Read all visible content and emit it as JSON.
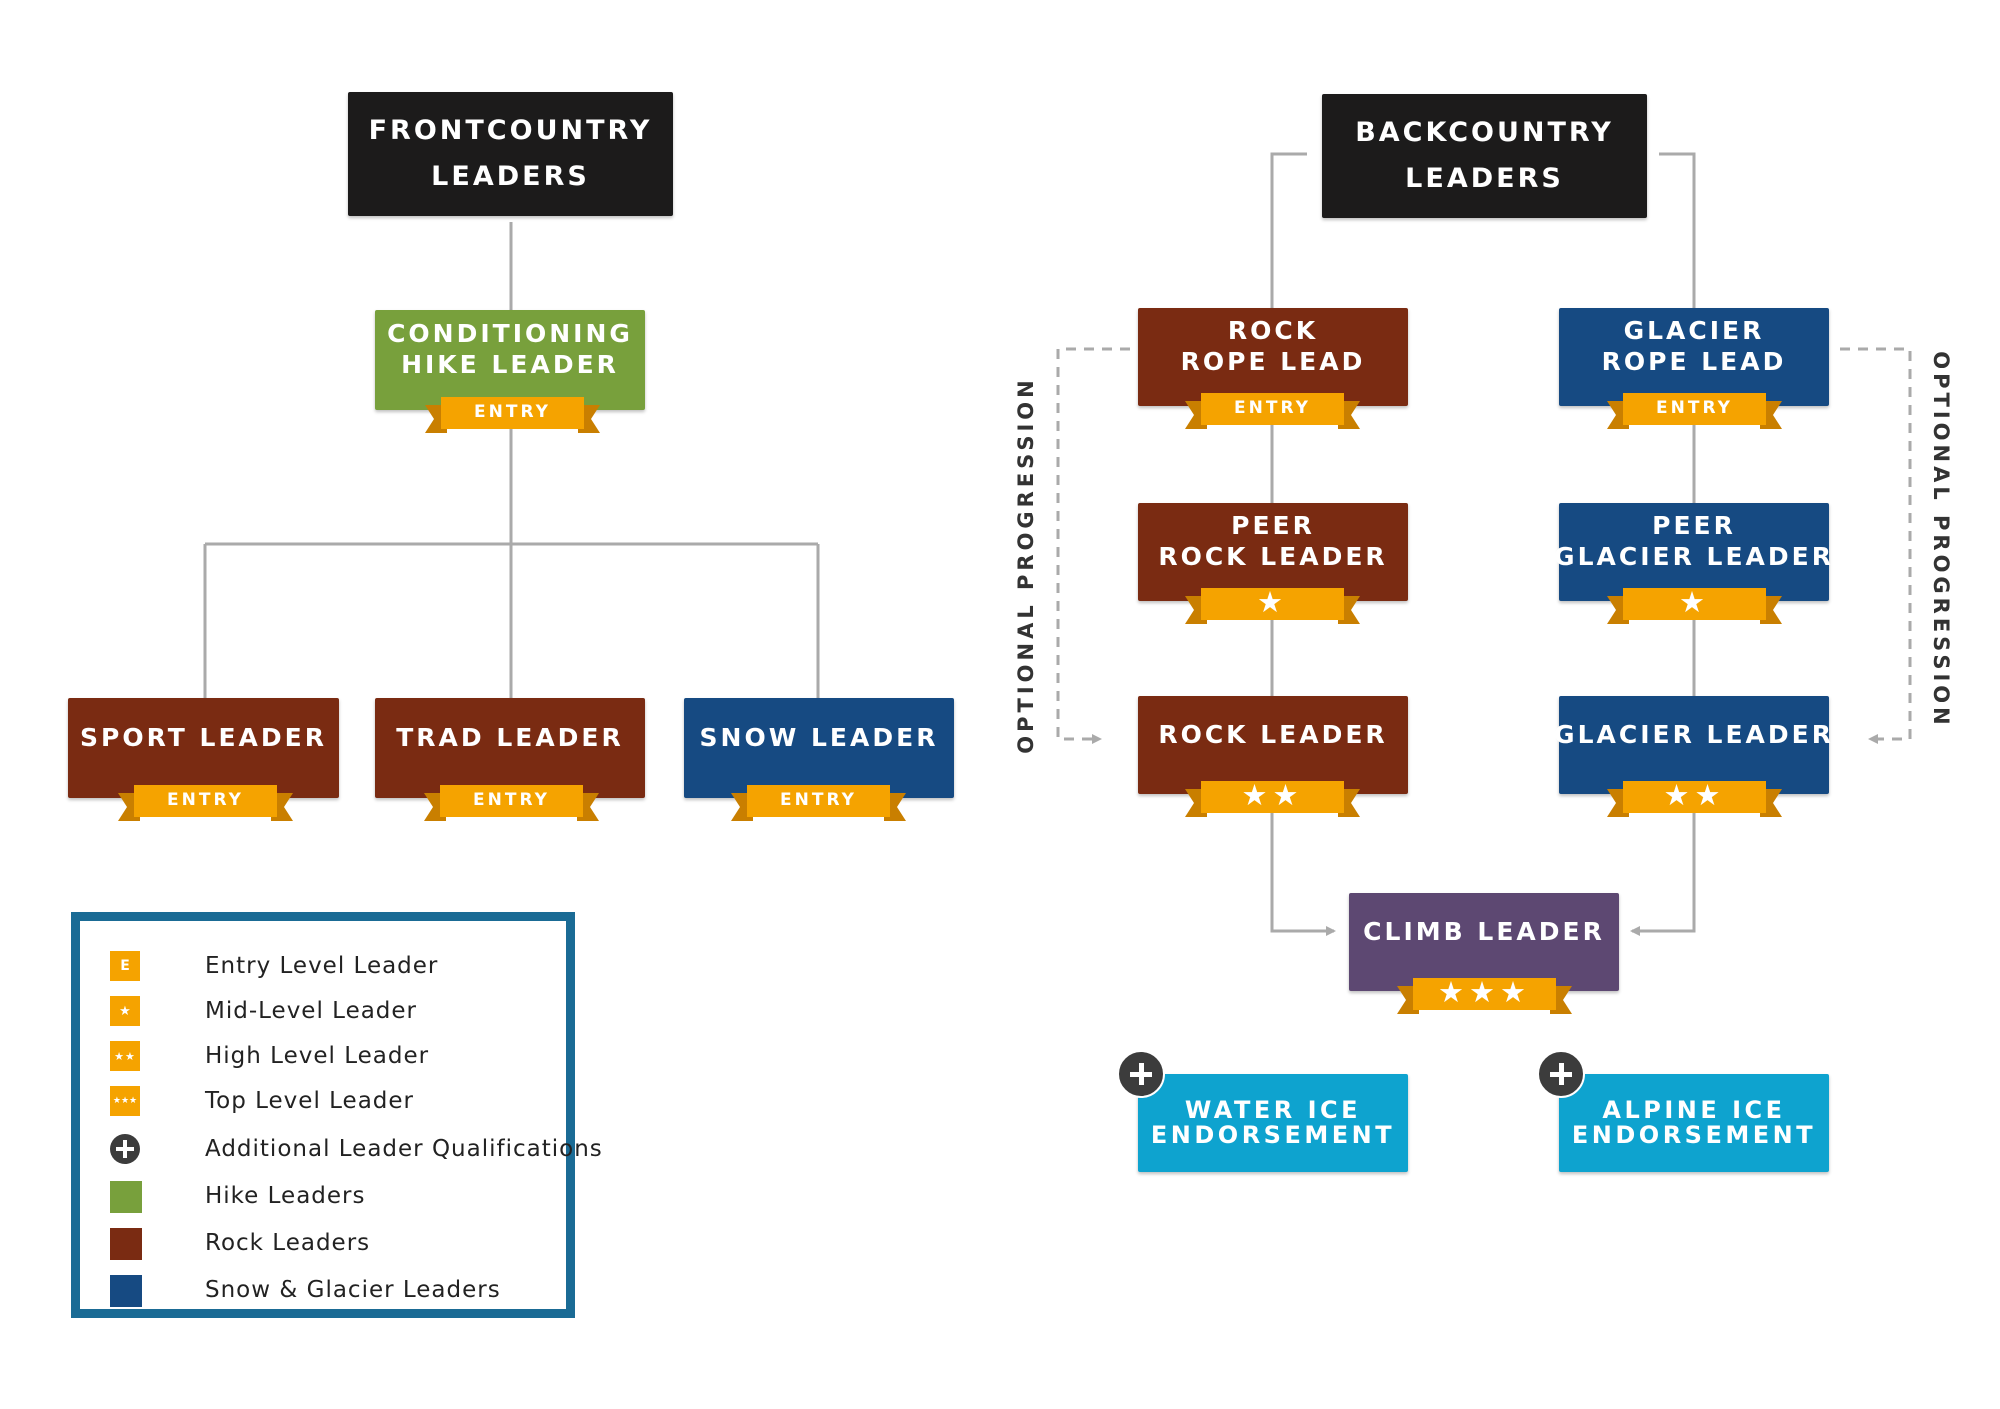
{
  "colors": {
    "header": "#1c1b1b",
    "hike": "#78a03c",
    "rock": "#7a2b12",
    "snow_glacier": "#164a82",
    "climb": "#5d4872",
    "endorsement": "#0ea3cf",
    "ribbon": "#f5a300",
    "ribbon_dark": "#c97f00",
    "connector": "#aaaaaa",
    "legend_border": "#1a6b95"
  },
  "headers": {
    "frontcountry": [
      "FRONTCOUNTRY",
      "LEADERS"
    ],
    "backcountry": [
      "BACKCOUNTRY",
      "LEADERS"
    ]
  },
  "nodes": {
    "conditioning_hike": {
      "lines": [
        "CONDITIONING",
        "HIKE LEADER"
      ],
      "badge": "ENTRY"
    },
    "sport": {
      "lines": [
        "SPORT LEADER"
      ],
      "badge": "ENTRY"
    },
    "trad": {
      "lines": [
        "TRAD LEADER"
      ],
      "badge": "ENTRY"
    },
    "snow": {
      "lines": [
        "SNOW LEADER"
      ],
      "badge": "ENTRY"
    },
    "rock_rope_lead": {
      "lines": [
        "ROCK",
        "ROPE LEAD"
      ],
      "badge": "ENTRY"
    },
    "peer_rock": {
      "lines": [
        "PEER",
        "ROCK LEADER"
      ],
      "stars": "★"
    },
    "rock_leader": {
      "lines": [
        "ROCK LEADER"
      ],
      "stars": "★★"
    },
    "glacier_rope_lead": {
      "lines": [
        "GLACIER",
        "ROPE LEAD"
      ],
      "badge": "ENTRY"
    },
    "peer_glacier": {
      "lines": [
        "PEER",
        "GLACIER LEADER"
      ],
      "stars": "★"
    },
    "glacier_leader": {
      "lines": [
        "GLACIER LEADER"
      ],
      "stars": "★★"
    },
    "climb_leader": {
      "lines": [
        "CLIMB LEADER"
      ],
      "stars": "★★★"
    },
    "water_ice": {
      "lines": [
        "WATER ICE",
        "ENDORSEMENT"
      ]
    },
    "alpine_ice": {
      "lines": [
        "ALPINE ICE",
        "ENDORSEMENT"
      ]
    }
  },
  "optional_progression": "OPTIONAL PROGRESSION",
  "legend": [
    {
      "icon": "E",
      "label": "Entry Level Leader"
    },
    {
      "icon": "★",
      "label": "Mid-Level Leader"
    },
    {
      "icon": "★★",
      "label": "High Level Leader"
    },
    {
      "icon": "★★★",
      "label": "Top Level Leader"
    },
    {
      "icon": "plus-icon",
      "label": "Additional Leader Qualifications"
    },
    {
      "icon": "green-square",
      "label": "Hike Leaders"
    },
    {
      "icon": "rock-square",
      "label": "Rock Leaders"
    },
    {
      "icon": "blue-square",
      "label": "Snow & Glacier Leaders"
    }
  ]
}
